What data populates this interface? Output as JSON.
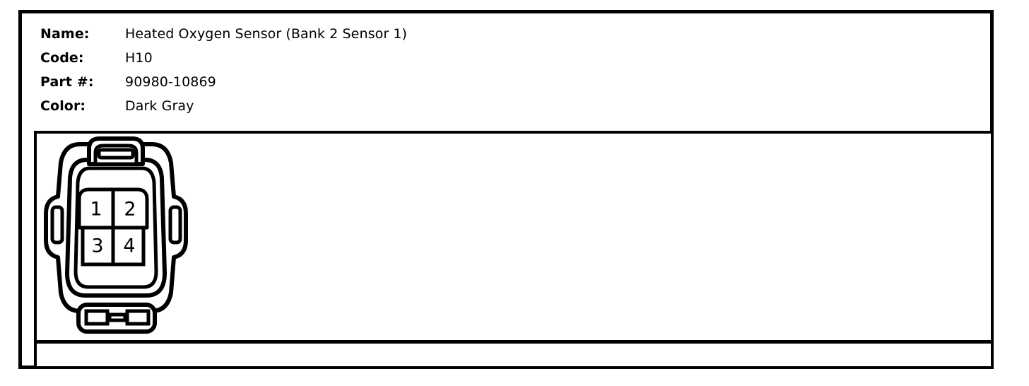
{
  "info": {
    "rows": [
      {
        "label": "Name:",
        "value": "Heated Oxygen Sensor (Bank 2 Sensor 1)"
      },
      {
        "label": "Code:",
        "value": "H10"
      },
      {
        "label": "Part #:",
        "value": "90980-10869"
      },
      {
        "label": "Color:",
        "value": "Dark Gray"
      }
    ]
  },
  "diagram": {
    "connector": {
      "pin_count": 4,
      "pins": [
        {
          "number": "1",
          "row": "top",
          "col": "left"
        },
        {
          "number": "2",
          "row": "top",
          "col": "right"
        },
        {
          "number": "3",
          "row": "bottom",
          "col": "left"
        },
        {
          "number": "4",
          "row": "bottom",
          "col": "right"
        }
      ],
      "line_color": "#000000",
      "fill_color": "#ffffff"
    }
  }
}
